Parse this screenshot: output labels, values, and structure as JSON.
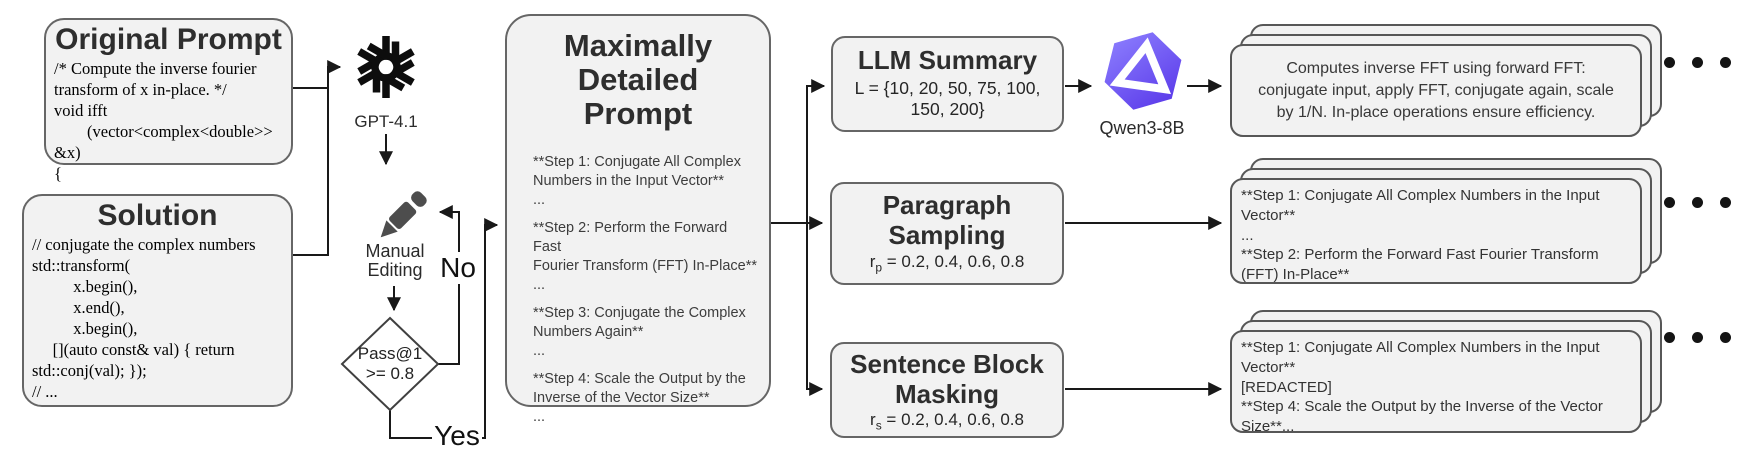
{
  "colors": {
    "box_fill": "#F2F2F2",
    "box_border": "#666666",
    "card_border": "#575757",
    "title_text": "#2E2E2E",
    "body_text": "#3D3D3D",
    "code_text": "#000000",
    "arrow": "#191919",
    "qwen_purple_light": "#8F82FF",
    "qwen_purple_dark": "#5634E8",
    "pen_gray": "#4D4D4D",
    "diamond_fill": "#FFFFFF"
  },
  "original_prompt": {
    "title": "Original Prompt",
    "code": "/* Compute the inverse fourier\ntransform of x in-place. */\nvoid ifft\n        (vector<complex<double>> &x)\n{"
  },
  "solution": {
    "title": "Solution",
    "code": "// conjugate the complex numbers\nstd::transform(\n          x.begin(),\n          x.end(),\n          x.begin(),\n     [](auto const& val) { return\nstd::conj(val); });\n// ..."
  },
  "gpt_model": {
    "label": "GPT-4.1"
  },
  "manual_editing": {
    "label": "Manual\nEditing"
  },
  "decision": {
    "label": "Pass@1\n>= 0.8",
    "no_label": "No",
    "yes_label": "Yes"
  },
  "detailed_prompt": {
    "title": "Maximally\nDetailed\nPrompt",
    "steps": [
      "**Step 1: Conjugate All Complex\nNumbers in the Input Vector**\n...",
      "**Step 2: Perform the Forward Fast\nFourier Transform (FFT) In-Place**\n...",
      "**Step 3: Conjugate the Complex\nNumbers Again**\n...",
      "**Step 4: Scale the Output by the\nInverse of the Vector Size**\n..."
    ]
  },
  "llm_summary": {
    "title": "LLM Summary",
    "subtitle": "L = {10, 20, 50, 75, 100,\n150, 200}"
  },
  "qwen_model": {
    "label": "Qwen3-8B"
  },
  "paragraph_sampling": {
    "title": "Paragraph\nSampling",
    "param_base": "r",
    "param_sub": "p",
    "param_rest": " = 0.2, 0.4, 0.6, 0.8"
  },
  "sentence_masking": {
    "title": "Sentence Block\nMasking",
    "param_base": "r",
    "param_sub": "s",
    "param_rest": " = 0.2, 0.4, 0.6, 0.8"
  },
  "output_summary": {
    "text": "Computes inverse FFT using forward FFT:\nconjugate input, apply FFT, conjugate again, scale\nby 1/N. In-place operations ensure efficiency."
  },
  "output_paragraph": {
    "text": "**Step 1: Conjugate All Complex Numbers in the Input\nVector**\n...\n**Step 2: Perform the Forward Fast Fourier Transform\n(FFT) In-Place**"
  },
  "output_masking": {
    "text": "**Step 1: Conjugate All Complex Numbers in the Input\nVector**\n[REDACTED]\n**Step 4: Scale the Output by the Inverse of the Vector\nSize**..."
  }
}
